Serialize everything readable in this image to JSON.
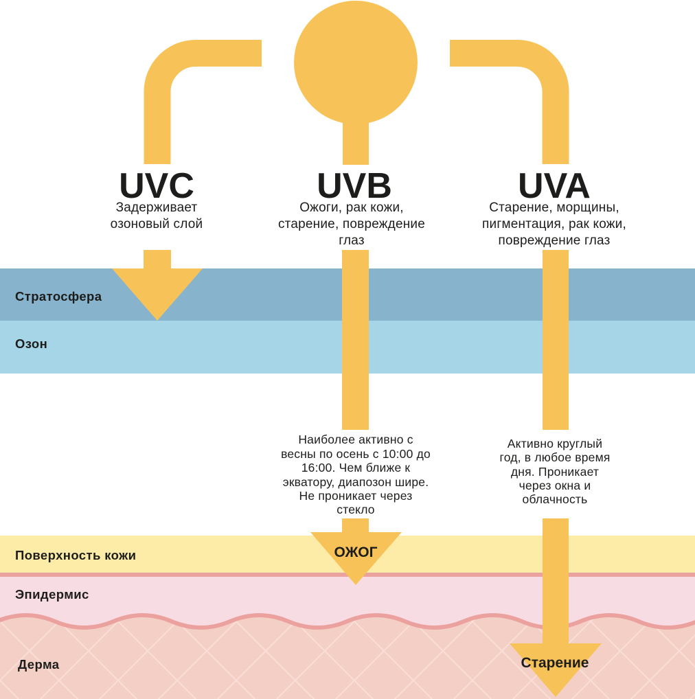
{
  "rays": [
    {
      "name": "UVC",
      "description": [
        "Задерживает",
        "озоновый слой"
      ]
    },
    {
      "name": "UVB",
      "description": [
        "Ожоги, рак кожи,",
        "старение, повреждение",
        "глаз"
      ],
      "note": [
        "Наиболее активно с",
        "весны по осень с 10:00 до",
        "16:00. Чем ближе к",
        "экватору, диапозон шире.",
        "Не проникает через",
        "стекло"
      ],
      "effect": "ОЖОГ"
    },
    {
      "name": "UVA",
      "description": [
        "Старение, морщины,",
        "пигментация, рак кожи,",
        "повреждение глаз"
      ],
      "note": [
        "Активно круглый",
        "год, в любое время",
        "дня. Проникает",
        "через окна и",
        "облачность"
      ],
      "effect": "Старение"
    }
  ],
  "layers": {
    "stratosphere": "Стратосфера",
    "ozone": "Озон",
    "skin_surface": "Поверхность кожи",
    "epidermis": "Эпидермис",
    "dermis": "Дерма"
  },
  "colors": {
    "sun": "#F7C358",
    "arrow": "#F7C358",
    "stratosphere": "#87B3CC",
    "ozone": "#A5D5E7",
    "skin_surface": "#FCECA8",
    "boundary": "#EBA19D",
    "epidermis": "#F8DCE4",
    "dermis": "#F4CFC6",
    "text": "#1D1D1B"
  }
}
